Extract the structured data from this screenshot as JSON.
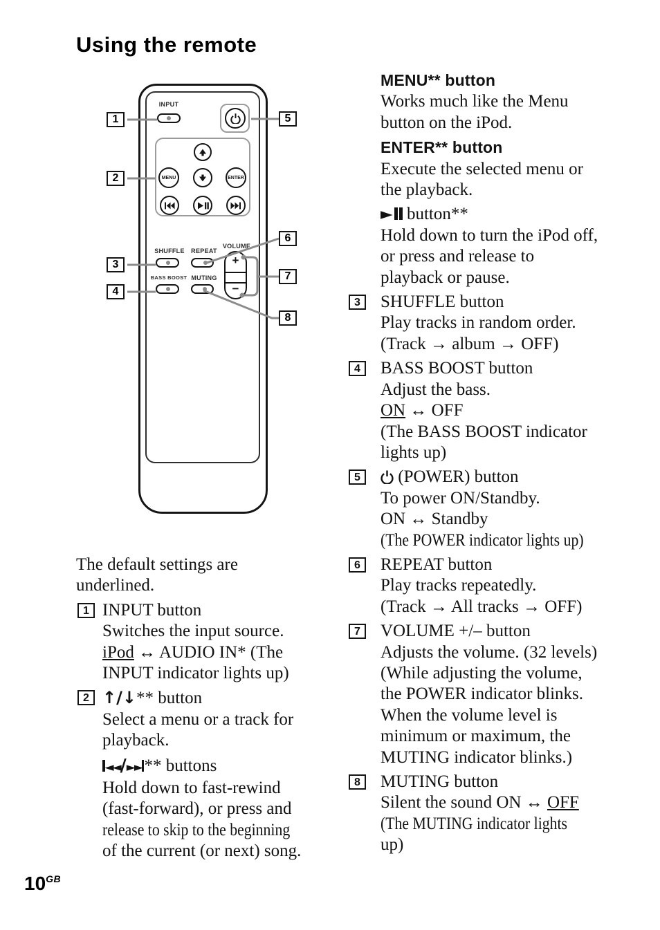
{
  "page": {
    "title": "Using the remote",
    "number": "10",
    "number_suffix": "GB"
  },
  "remote": {
    "input_label": "INPUT",
    "menu_label": "MENU",
    "enter_label": "ENTER",
    "shuffle_label": "SHUFFLE",
    "repeat_label": "REPEAT",
    "volume_label": "VOLUME",
    "bass_boost_label": "BASS BOOST",
    "muting_label": "MUTING",
    "volume_plus": "+",
    "volume_minus": "−",
    "callouts": [
      "1",
      "2",
      "3",
      "4",
      "5",
      "6",
      "7",
      "8"
    ]
  },
  "left_column": {
    "intro": [
      "The default settings are",
      "underlined."
    ],
    "blocks": [
      {
        "num": "1",
        "heading": [
          {
            "t": "INPUT button"
          }
        ],
        "lines": [
          [
            {
              "t": "Switches the input source."
            }
          ],
          [
            {
              "t": "iPod",
              "u": 1
            },
            {
              "t": " ↔ AUDIO IN* (The"
            }
          ],
          [
            {
              "t": "INPUT indicator lights up)"
            }
          ]
        ]
      },
      {
        "num": "2",
        "heading": [
          {
            "k": "ud"
          },
          {
            "t": "** button"
          }
        ],
        "lines": [
          [
            {
              "t": "Select a menu or a track for"
            }
          ],
          [
            {
              "t": "playback."
            }
          ]
        ]
      },
      {
        "heading": [
          {
            "k": "pn"
          },
          {
            "t": "** buttons"
          }
        ],
        "lines": [
          [
            {
              "t": "Hold down to fast-rewind"
            }
          ],
          [
            {
              "t": "(fast-forward), or press and"
            }
          ],
          [
            {
              "t": "release to skip to the beginning",
              "sm": 1
            }
          ],
          [
            {
              "t": "of the current (or next) song."
            }
          ]
        ]
      }
    ]
  },
  "right_column": {
    "blocks": [
      {
        "heading": [
          {
            "t": "MENU** button",
            "b": 1
          }
        ],
        "lines": [
          [
            {
              "t": "Works much like the Menu"
            }
          ],
          [
            {
              "t": "button on the iPod."
            }
          ]
        ]
      },
      {
        "heading": [
          {
            "t": "ENTER** button",
            "b": 1
          }
        ],
        "lines": [
          [
            {
              "t": "Execute the selected menu or"
            }
          ],
          [
            {
              "t": "the playback."
            }
          ]
        ]
      },
      {
        "heading": [
          {
            "k": "pp"
          },
          {
            "t": " button**"
          }
        ],
        "lines": [
          [
            {
              "t": "Hold down to turn the iPod off,"
            }
          ],
          [
            {
              "t": "or press and release to"
            }
          ],
          [
            {
              "t": "playback or pause."
            }
          ]
        ]
      },
      {
        "num": "3",
        "heading": [
          {
            "t": "SHUFFLE button"
          }
        ],
        "lines": [
          [
            {
              "t": "Play tracks in random order."
            }
          ],
          [
            {
              "t": "(Track → album → OFF)"
            }
          ]
        ]
      },
      {
        "num": "4",
        "heading": [
          {
            "t": "BASS BOOST button"
          }
        ],
        "lines": [
          [
            {
              "t": "Adjust the bass."
            }
          ],
          [
            {
              "t": "ON",
              "u": 1
            },
            {
              "t": " ↔ OFF"
            }
          ],
          [
            {
              "t": "(The BASS BOOST indicator"
            }
          ],
          [
            {
              "t": "lights up)"
            }
          ]
        ]
      },
      {
        "num": "5",
        "heading": [
          {
            "k": "pwr"
          },
          {
            "t": " (POWER) button"
          }
        ],
        "lines": [
          [
            {
              "t": "To power ON/Standby."
            }
          ],
          [
            {
              "t": "ON ↔ Standby"
            }
          ],
          [
            {
              "t": "(The POWER indicator lights up)",
              "sm": 1
            }
          ]
        ]
      },
      {
        "num": "6",
        "heading": [
          {
            "t": "REPEAT button"
          }
        ],
        "lines": [
          [
            {
              "t": "Play tracks repeatedly."
            }
          ],
          [
            {
              "t": "(Track → All tracks → OFF)"
            }
          ]
        ]
      },
      {
        "num": "7",
        "heading": [
          {
            "t": "VOLUME +/– button"
          }
        ],
        "lines": [
          [
            {
              "t": "Adjusts the volume. (32 levels)"
            }
          ],
          [
            {
              "t": "(While adjusting the volume,"
            }
          ],
          [
            {
              "t": "the POWER indicator blinks."
            }
          ],
          [
            {
              "t": "When the volume level is"
            }
          ],
          [
            {
              "t": "minimum or maximum, the"
            }
          ],
          [
            {
              "t": "MUTING indicator blinks.)"
            }
          ]
        ]
      },
      {
        "num": "8",
        "heading": [
          {
            "t": "MUTING button"
          }
        ],
        "lines": [
          [
            {
              "t": "Silent the sound ON ↔ "
            },
            {
              "t": "OFF",
              "u": 1
            }
          ],
          [
            {
              "t": "(The MUTING indicator lights",
              "sm": 1
            }
          ],
          [
            {
              "t": "up)"
            }
          ]
        ]
      }
    ]
  }
}
